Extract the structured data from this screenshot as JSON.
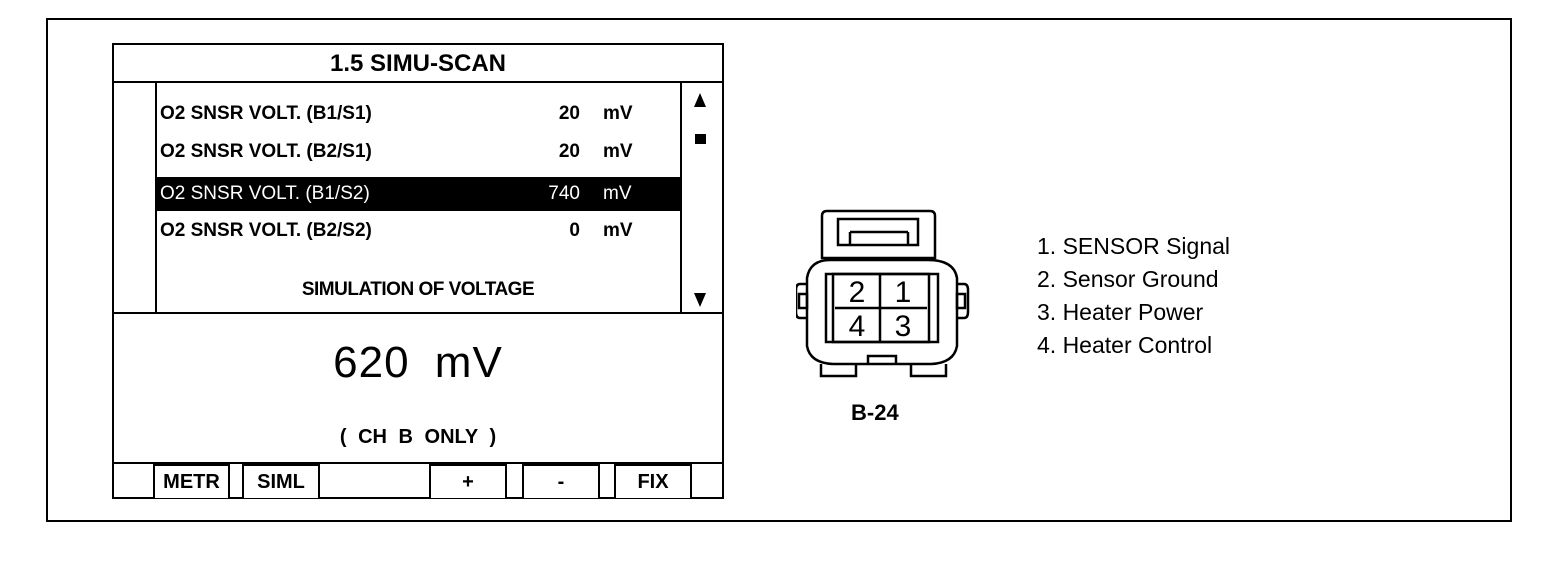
{
  "screen": {
    "title": "1.5  SIMU-SCAN",
    "params": [
      {
        "name": "O2 SNSR VOLT. (B1/S1)",
        "value": "20",
        "unit": "mV",
        "selected": false
      },
      {
        "name": "O2 SNSR VOLT. (B2/S1)",
        "value": "20",
        "unit": "mV",
        "selected": false
      },
      {
        "name": "O2 SNSR VOLT. (B1/S2)",
        "value": "740",
        "unit": "mV",
        "selected": true
      },
      {
        "name": "O2 SNSR VOLT. (B2/S2)",
        "value": "0",
        "unit": "mV",
        "selected": false
      }
    ],
    "simulation_heading": "SIMULATION OF VOLTAGE",
    "simulation_value": "620  mV",
    "channel_note": "(   CH  B  ONLY   )",
    "softkeys": {
      "metr": "METR",
      "siml": "SIML",
      "plus": "+",
      "minus": "-",
      "fix": "FIX"
    },
    "scroll_icons": [
      "scroll-up-icon",
      "scroll-thumb-icon",
      "scroll-down-icon"
    ]
  },
  "connector": {
    "label": "B-24",
    "pins": [
      "2",
      "1",
      "4",
      "3"
    ],
    "legend": [
      "1. SENSOR Signal",
      "2. Sensor Ground",
      "3. Heater Power",
      "4. Heater Control"
    ]
  }
}
